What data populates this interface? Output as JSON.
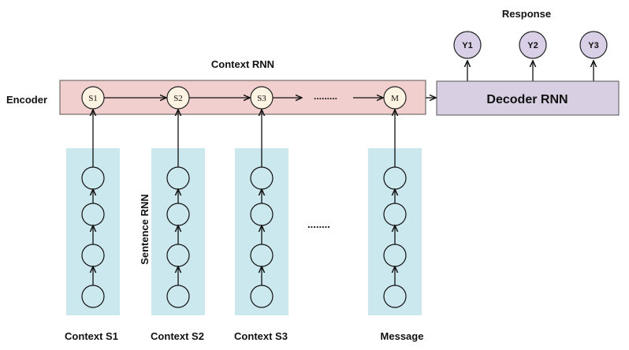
{
  "labels": {
    "response": "Response",
    "context_rnn": "Context RNN",
    "encoder": "Encoder",
    "decoder_rnn": "Decoder RNN",
    "sentence_rnn": "Sentence RNN",
    "top_dots": ".........",
    "mid_dots": "........"
  },
  "encoder_nodes": [
    "S1",
    "S2",
    "S3",
    "M"
  ],
  "outputs": [
    "Y1",
    "Y2",
    "Y3"
  ],
  "columns": [
    "Context S1",
    "Context S2",
    "Context S3",
    "Message"
  ],
  "colors": {
    "encoder_fill": "#f2cfcf",
    "decoder_fill": "#d8cfe3",
    "output_fill": "#d9cfe6",
    "column_fill": "#cce8ef",
    "node_fill": "#fdf3e3"
  }
}
